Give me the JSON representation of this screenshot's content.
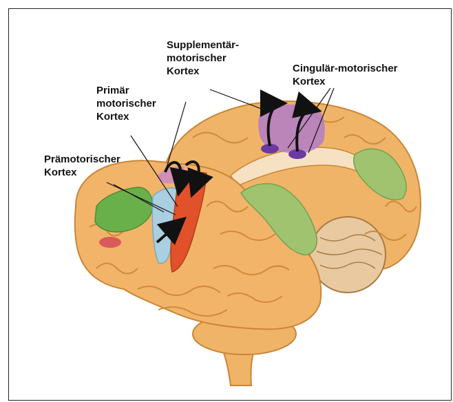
{
  "labels": {
    "supplementary": "Supplementär-\nmotorischer\nKortex",
    "cingulate": "Cingulär-motorischer\nKortex",
    "primary": "Primär\nmotorischer\nKortex",
    "premotor": "Prämotorischer\nKortex"
  },
  "colors": {
    "brain": "#f2b468",
    "brain_shadow": "#d98f3c",
    "primary_motor": "#e1522a",
    "premotor": "#a9cfe0",
    "prefrontal_green": "#6ab04a",
    "parietal_green": "#9fc36f",
    "cingulate_purple": "#b17cc8",
    "supplementary_pink": "#d18fb7",
    "broca_red": "#d85a5a",
    "cerebellum": "#e8c9a0"
  }
}
